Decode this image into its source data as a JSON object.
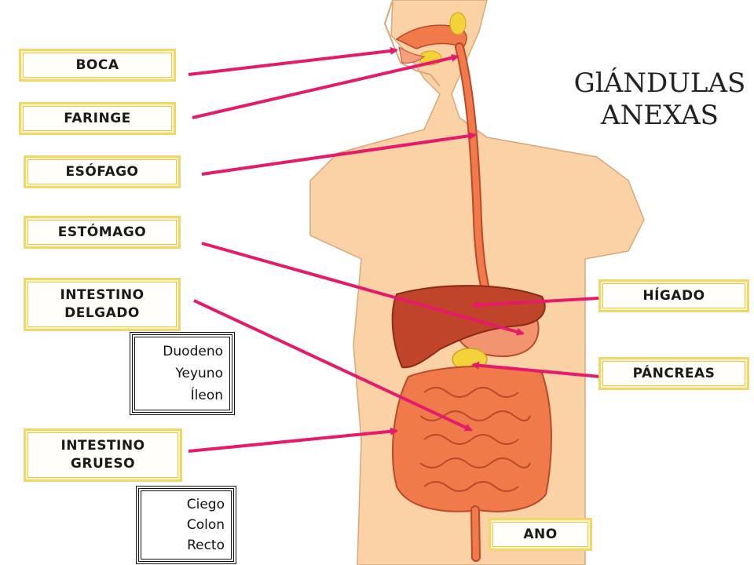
{
  "title": {
    "line1": "GlÁNDULAS",
    "line2": "ANEXAS"
  },
  "labels": {
    "boca": "BOCA",
    "faringe": "FARINGE",
    "esofago": "ESÓFAGO",
    "estomago": "ESTÓMAGO",
    "intestino_delgado_1": "INTESTINO",
    "intestino_delgado_2": "DELGADO",
    "intestino_grueso_1": "INTESTINO",
    "intestino_grueso_2": "GRUESO",
    "higado": "HÍGADO",
    "pancreas": "PÁNCREAS",
    "ano": "ANO"
  },
  "small_intestine_parts": [
    "Duodeno",
    "Yeyuno",
    "Íleon"
  ],
  "large_intestine_parts": [
    "Ciego",
    "Colon",
    "Recto"
  ],
  "colors": {
    "arrow": "#e6196b",
    "label_border": "#f1d66b",
    "skin": "#fbd1a6",
    "organ": "#f07a4a",
    "liver": "#c0442a",
    "pancreas": "#f3d23a"
  }
}
